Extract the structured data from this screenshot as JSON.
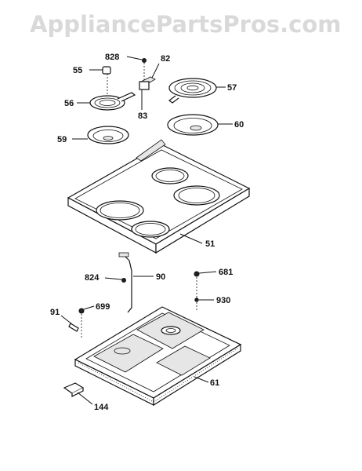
{
  "watermark": "AppliancePartsPros.com",
  "callouts": {
    "p828": "828",
    "p82": "82",
    "p55": "55",
    "p57": "57",
    "p56": "56",
    "p83": "83",
    "p59": "59",
    "p60": "60",
    "p51": "51",
    "p824": "824",
    "p90": "90",
    "p681": "681",
    "p930": "930",
    "p91": "91",
    "p699": "699",
    "p61": "61",
    "p144": "144"
  }
}
